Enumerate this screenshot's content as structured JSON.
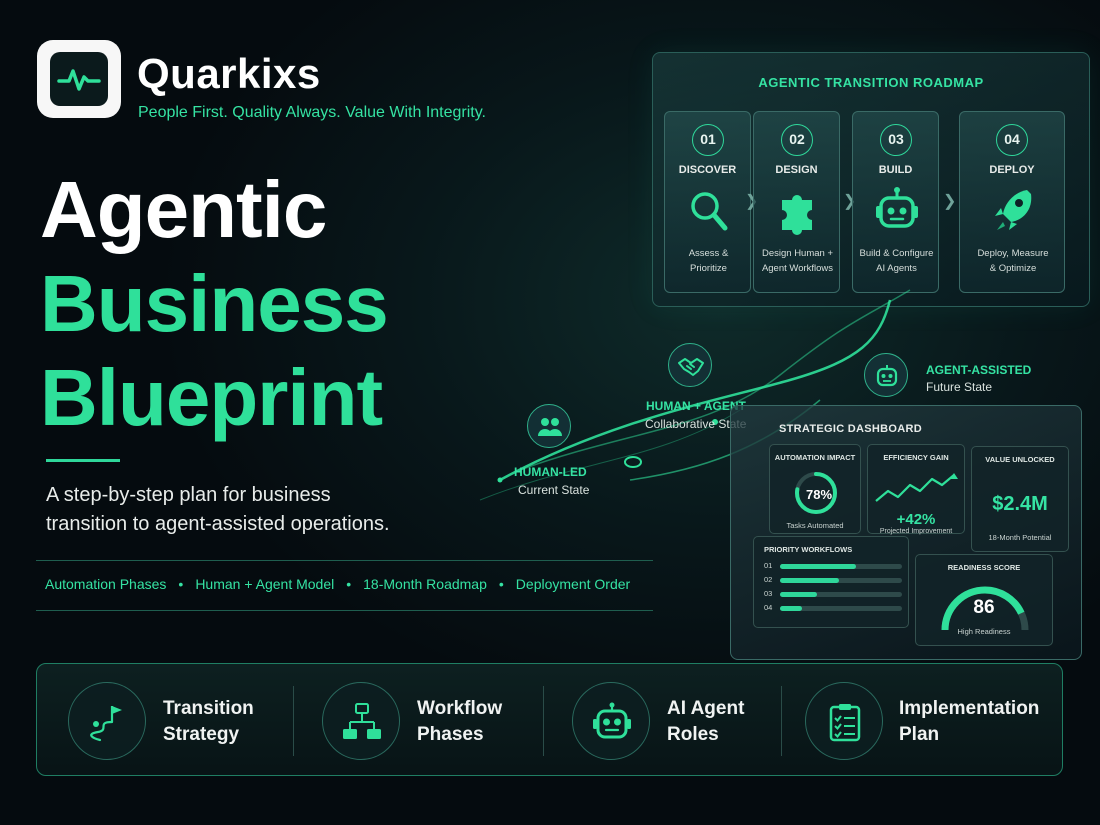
{
  "brand": {
    "name": "Quarkixs",
    "tagline": "People First. Quality Always. Value With Integrity.",
    "logo_icon": "pulse-icon"
  },
  "headline": {
    "line1": "Agentic",
    "line2": "Business",
    "line3": "Blueprint",
    "subtitle_line1": "A step-by-step plan for business",
    "subtitle_line2": "transition to agent-assisted operations."
  },
  "features": [
    "Automation Phases",
    "Human + Agent Model",
    "18-Month Roadmap",
    "Deployment Order"
  ],
  "feature_separator": "•",
  "roadmap": {
    "title": "AGENTIC TRANSITION ROADMAP",
    "steps": [
      {
        "num": "01",
        "name": "DISCOVER",
        "desc1": "Assess &",
        "desc2": "Prioritize",
        "icon": "magnifier-icon"
      },
      {
        "num": "02",
        "name": "DESIGN",
        "desc1": "Design Human +",
        "desc2": "Agent Workflows",
        "icon": "puzzle-icon"
      },
      {
        "num": "03",
        "name": "BUILD",
        "desc1": "Build & Configure",
        "desc2": "AI Agents",
        "icon": "robot-icon"
      },
      {
        "num": "04",
        "name": "DEPLOY",
        "desc1": "Deploy, Measure",
        "desc2": "& Optimize",
        "icon": "rocket-icon"
      }
    ]
  },
  "journey": {
    "human_led": {
      "title": "HUMAN-LED",
      "sub": "Current State"
    },
    "human_agent": {
      "title": "HUMAN + AGENT",
      "sub": "Collaborative State"
    },
    "agent_assisted": {
      "title": "AGENT-ASSISTED",
      "sub": "Future State"
    }
  },
  "dashboard": {
    "title": "STRATEGIC DASHBOARD",
    "automation": {
      "title": "AUTOMATION IMPACT",
      "value": "78%",
      "fraction": 0.78,
      "caption": "Tasks Automated"
    },
    "efficiency": {
      "title": "EFFICIENCY GAIN",
      "value": "+42%",
      "caption": "Projected Improvement"
    },
    "value_unlocked": {
      "title": "VALUE UNLOCKED",
      "value": "$2.4M",
      "caption": "18-Month Potential"
    },
    "workflows": {
      "title": "PRIORITY WORKFLOWS",
      "rows": [
        {
          "label": "01",
          "fill": 0.62
        },
        {
          "label": "02",
          "fill": 0.48
        },
        {
          "label": "03",
          "fill": 0.3
        },
        {
          "label": "04",
          "fill": 0.18
        }
      ]
    },
    "readiness": {
      "title": "READINESS SCORE",
      "value": "86",
      "fraction": 0.86,
      "caption": "High Readiness"
    }
  },
  "bottom": [
    {
      "line1": "Transition",
      "line2": "Strategy",
      "icon": "route-flag-icon"
    },
    {
      "line1": "Workflow",
      "line2": "Phases",
      "icon": "flowchart-icon"
    },
    {
      "line1": "AI Agent",
      "line2": "Roles",
      "icon": "robot-icon"
    },
    {
      "line1": "Implementation",
      "line2": "Plan",
      "icon": "checklist-icon"
    }
  ],
  "colors": {
    "accent": "#2fe09a",
    "background": "#050b0f",
    "panel_border": "#3a6a66"
  }
}
